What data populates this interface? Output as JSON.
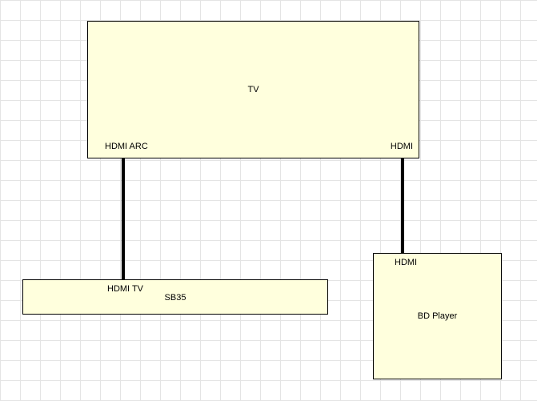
{
  "diagram": {
    "nodes": {
      "tv": {
        "name": "TV",
        "ports": {
          "left": "HDMI ARC",
          "right": "HDMI"
        }
      },
      "sb35": {
        "name": "SB35",
        "ports": {
          "top": "HDMI TV"
        }
      },
      "bd_player": {
        "name": "BD Player",
        "ports": {
          "top": "HDMI"
        }
      }
    },
    "connections": [
      {
        "from": "TV: HDMI ARC",
        "to": "SB35: HDMI TV"
      },
      {
        "from": "TV: HDMI",
        "to": "BD Player: HDMI"
      }
    ]
  },
  "colors": {
    "node_fill": "#ffffdd",
    "node_border": "#000000",
    "connector": "#000000",
    "grid_line": "#e4e4e4"
  }
}
